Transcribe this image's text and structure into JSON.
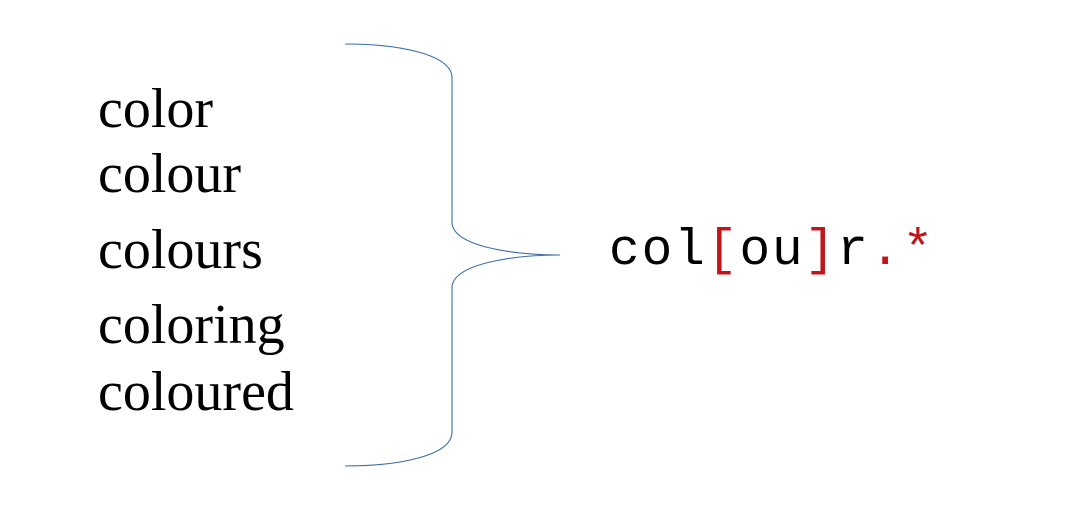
{
  "words": [
    "color",
    "colour",
    "colours",
    "coloring",
    "coloured"
  ],
  "regex": {
    "tokens": [
      {
        "text": "col",
        "role": "literal"
      },
      {
        "text": "[",
        "role": "meta"
      },
      {
        "text": "ou",
        "role": "literal"
      },
      {
        "text": "]",
        "role": "meta"
      },
      {
        "text": "r",
        "role": "literal"
      },
      {
        "text": ".*",
        "role": "meta"
      }
    ]
  },
  "colors": {
    "text": "#000000",
    "meta": "#c0161b",
    "brace": "#3c6ea8",
    "background": "#ffffff"
  },
  "icons": {
    "brace": "right-curly-brace"
  }
}
